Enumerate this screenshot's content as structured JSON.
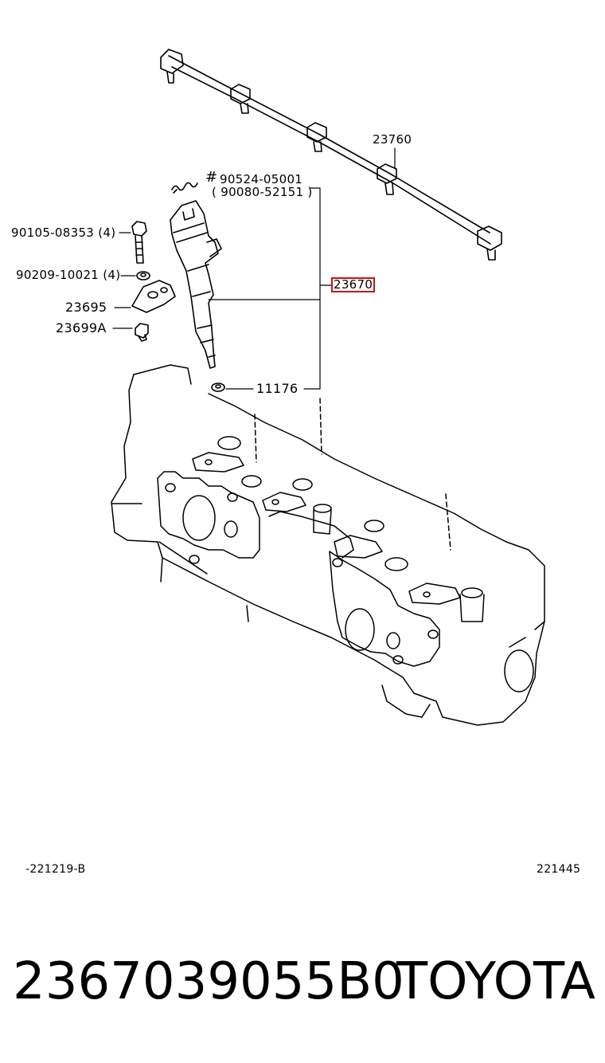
{
  "diagram": {
    "labels": {
      "rail": "23760",
      "hash_mark": "#",
      "gasket_part": "90524-05001",
      "gasket_alt": "( 90080-52151 )",
      "bolt": "90105-08353 (4)",
      "washer": "90209-10021 (4)",
      "clamp": "23695",
      "collar": "23699A",
      "injector": "23670",
      "seat": "11176",
      "code_left": "-221219-B",
      "code_right": "221445"
    },
    "highlight_color": "#d01010"
  },
  "footer": {
    "part_number": "2367039055B0",
    "brand": "TOYOTA"
  }
}
